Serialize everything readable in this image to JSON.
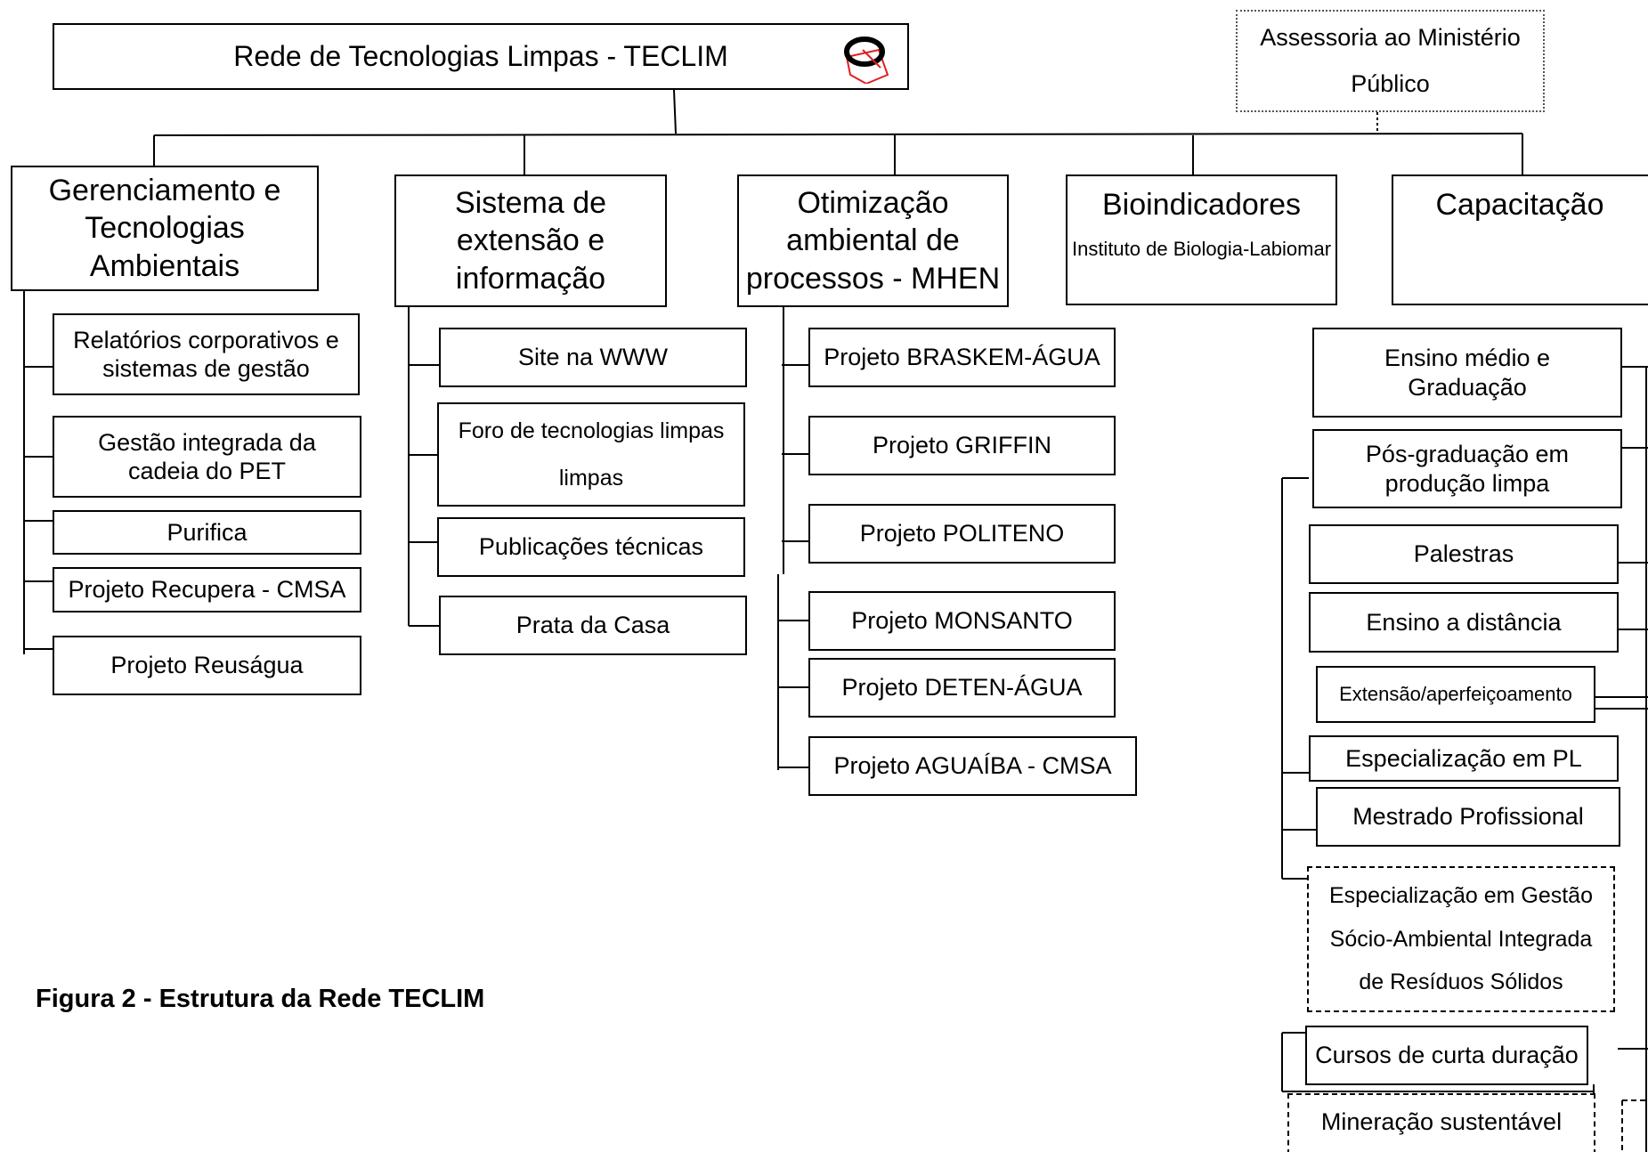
{
  "root": {
    "title": "Rede de Tecnologias Limpas - TECLIM"
  },
  "assessoria": {
    "label": "Assessoria ao Ministério\nPúblico"
  },
  "branches": {
    "gerenciamento": {
      "title": "Gerenciamento e\nTecnologias\nAmbientais",
      "items": [
        "Relatórios corporativos e\nsistemas de gestão",
        "Gestão integrada da\ncadeia do PET",
        "Purifica",
        "Projeto Recupera - CMSA",
        "Projeto Reuságua"
      ]
    },
    "sistema": {
      "title": "Sistema de\nextensão e\ninformação",
      "items": [
        "Site na WWW",
        "Foro de tecnologias limpas\nlimpas",
        "Publicações técnicas",
        "Prata da Casa"
      ]
    },
    "otimizacao": {
      "title": "Otimização\nambiental de\nprocessos - MHEN",
      "items": [
        "Projeto BRASKEM-ÁGUA",
        "Projeto GRIFFIN",
        "Projeto POLITENO",
        "Projeto MONSANTO",
        "Projeto DETEN-ÁGUA",
        "Projeto AGUAÍBA - CMSA"
      ]
    },
    "bioindicadores": {
      "title": "Bioindicadores",
      "subtitle": "Instituto de Biologia-Labiomar"
    },
    "capacitacao": {
      "title": "Capacitação",
      "items": [
        "Ensino médio e\nGraduação",
        "Pós-graduação em\nprodução limpa",
        "Palestras",
        "Ensino a distância",
        "Extensão/aperfeiçoamento",
        "Especialização em PL",
        "Mestrado Profissional",
        "Especialização em Gestão\nSócio-Ambiental Integrada\nde Resíduos Sólidos",
        "Cursos de curta duração",
        "Mineração sustentável"
      ]
    }
  },
  "caption": "Figura 2 - Estrutura da Rede TECLIM",
  "colors": {
    "line": "#000000",
    "logo_accent": "#e02020",
    "dotted_border": "#555555"
  },
  "icons": {
    "logo": "teclim-logo-icon"
  }
}
